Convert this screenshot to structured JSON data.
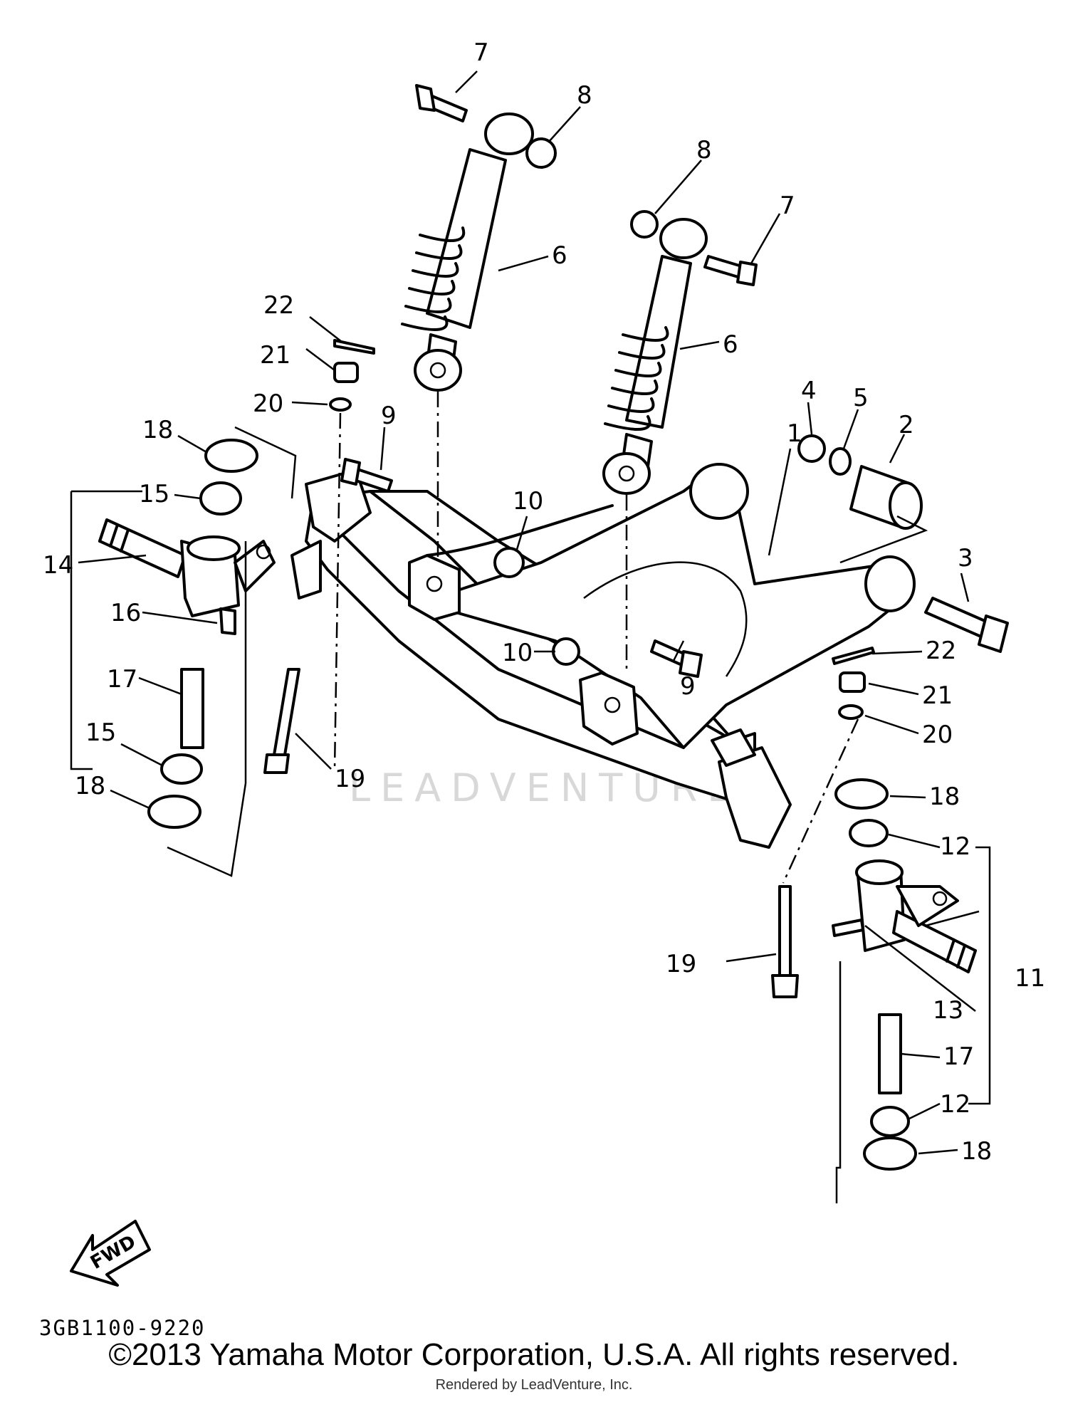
{
  "watermark": "LEADVENTURE",
  "fwd_label": "FWD",
  "part_code": "3GB1100-9220",
  "copyright": "©2013 Yamaha Motor Corporation, U.S.A. All rights reserved.",
  "rendered_by": "Rendered by LeadVenture, Inc.",
  "callouts": {
    "c1": "1",
    "c2": "2",
    "c3": "3",
    "c4": "4",
    "c5": "5",
    "c6a": "6",
    "c6b": "6",
    "c7a": "7",
    "c7b": "7",
    "c8a": "8",
    "c8b": "8",
    "c9a": "9",
    "c9b": "9",
    "c10a": "10",
    "c10b": "10",
    "c11": "11",
    "c12a": "12",
    "c12b": "12",
    "c13": "13",
    "c14": "14",
    "c15a": "15",
    "c15b": "15",
    "c16": "16",
    "c17a": "17",
    "c17b": "17",
    "c18a": "18",
    "c18b": "18",
    "c18c": "18",
    "c18d": "18",
    "c19a": "19",
    "c19b": "19",
    "c20a": "20",
    "c20b": "20",
    "c21a": "21",
    "c21b": "21",
    "c22a": "22",
    "c22b": "22"
  }
}
